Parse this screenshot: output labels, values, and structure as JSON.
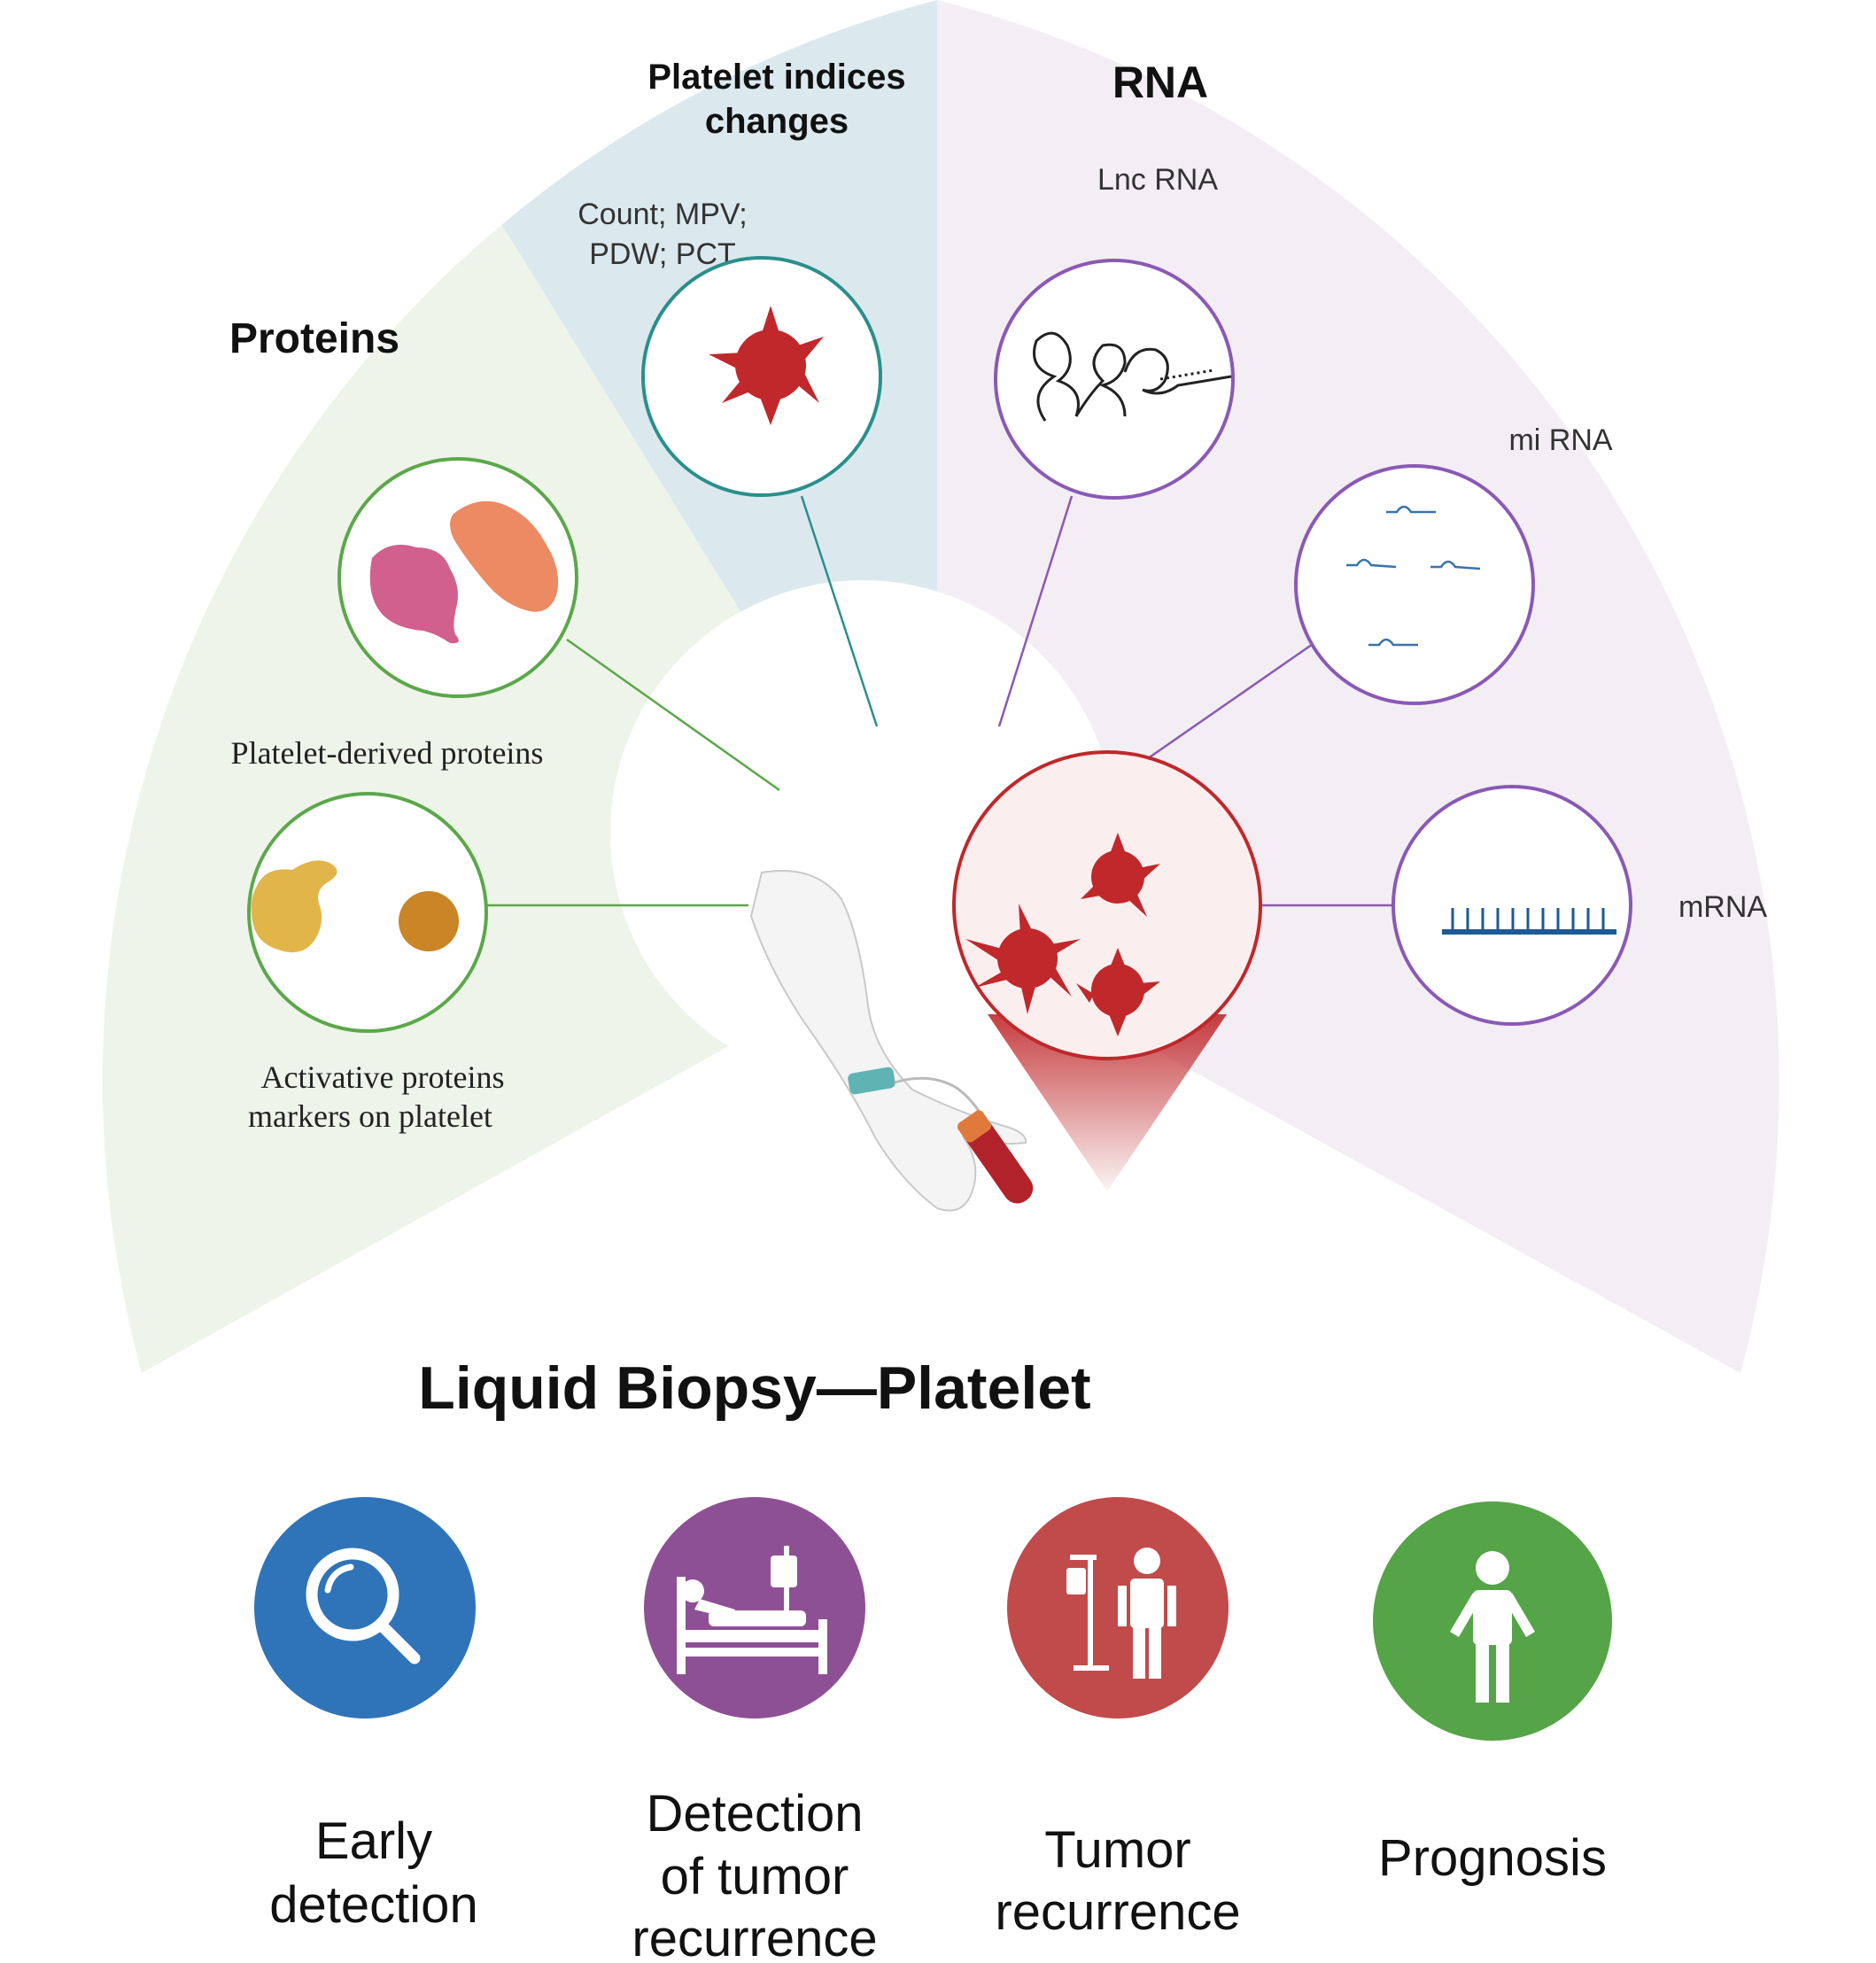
{
  "colors": {
    "proteins_sector": "#eff4ea",
    "indices_sector": "#dbe9ef",
    "rna_sector": "#f3eef4",
    "protein_green": "#5ba84a",
    "teal": "#2a8f8c",
    "purple": "#8a59b5",
    "platelet_red": "#c0282b",
    "early_detection": "#2f74b8",
    "detection_recurrence": "#8e5094",
    "tumor_recurrence": "#c14a4a",
    "prognosis": "#55a447"
  },
  "sectors": {
    "proteins": {
      "title": "Proteins",
      "items": [
        {
          "label": "Platelet-derived proteins",
          "icon": "protein-blob-icon"
        },
        {
          "label_lines": [
            "Activative proteins",
            "markers on platelet"
          ],
          "icon": "protein-marker-icon"
        }
      ]
    },
    "indices": {
      "title_lines": [
        "Platelet indices",
        "changes"
      ],
      "subtitle_lines": [
        "Count; MPV;",
        "PDW; PCT"
      ],
      "icon": "platelet-icon"
    },
    "rna": {
      "title": "RNA",
      "items": [
        {
          "label": "Lnc RNA",
          "icon": "lnc-rna-icon"
        },
        {
          "label": "mi RNA",
          "icon": "mi-rna-icon"
        },
        {
          "label": "mRNA",
          "icon": "mrna-icon"
        }
      ]
    }
  },
  "center": {
    "title": "Liquid Biopsy—Platelet",
    "icon": "arm-blood-draw-icon"
  },
  "applications": [
    {
      "label_lines": [
        "Early",
        "detection"
      ],
      "icon": "magnifier-icon"
    },
    {
      "label_lines": [
        "Detection",
        "of tumor",
        "recurrence"
      ],
      "icon": "hospital-bed-icon"
    },
    {
      "label_lines": [
        "Tumor",
        "recurrence"
      ],
      "icon": "patient-iv-icon"
    },
    {
      "label_lines": [
        "Prognosis"
      ],
      "icon": "person-icon"
    }
  ]
}
